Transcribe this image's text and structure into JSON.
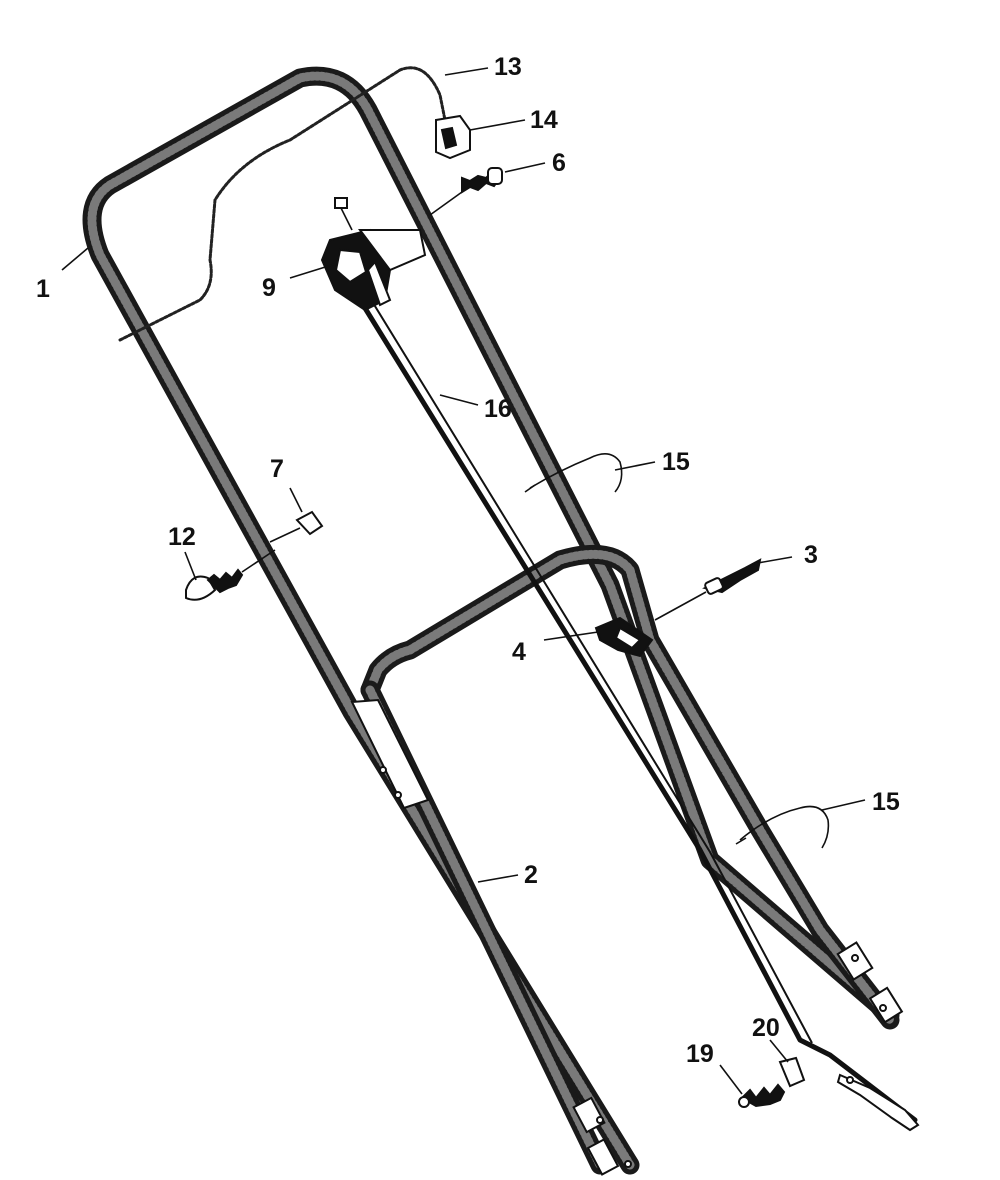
{
  "callouts": [
    {
      "id": "1",
      "text": "1"
    },
    {
      "id": "2",
      "text": "2"
    },
    {
      "id": "3",
      "text": "3"
    },
    {
      "id": "4",
      "text": "4"
    },
    {
      "id": "6",
      "text": "6"
    },
    {
      "id": "7",
      "text": "7"
    },
    {
      "id": "9",
      "text": "9"
    },
    {
      "id": "12",
      "text": "12"
    },
    {
      "id": "13",
      "text": "13"
    },
    {
      "id": "14",
      "text": "14"
    },
    {
      "id": "15a",
      "text": "15"
    },
    {
      "id": "15b",
      "text": "15"
    },
    {
      "id": "16",
      "text": "16"
    },
    {
      "id": "19",
      "text": "19"
    },
    {
      "id": "20",
      "text": "20"
    }
  ]
}
